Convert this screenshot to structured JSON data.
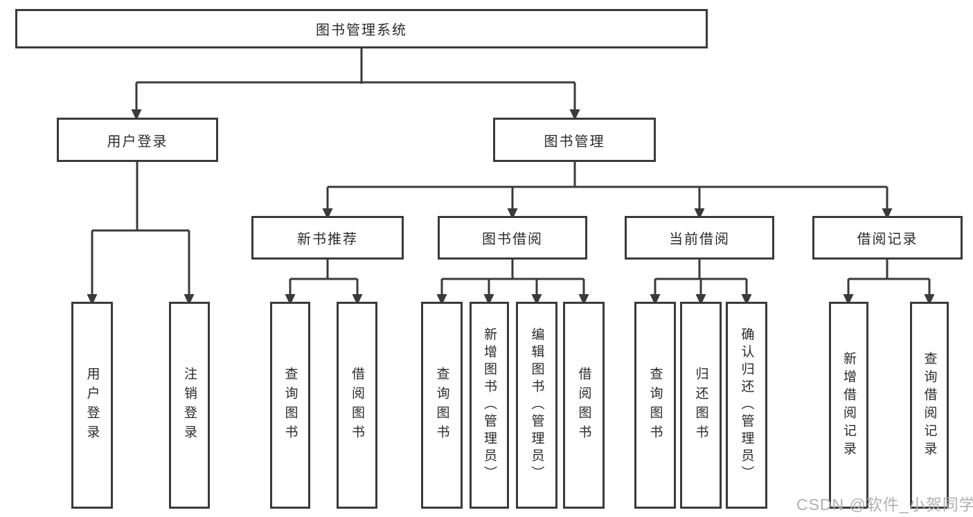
{
  "diagram_title": "图书管理系统",
  "nodes": {
    "root": "图书管理系统",
    "user_login": "用户登录",
    "book_management": "图书管理",
    "new_book_recommend": "新书推荐",
    "book_borrowing": "图书借阅",
    "current_borrowing": "当前借阅",
    "borrowing_records": "借阅记录",
    "user_login_leaf": "用户登录",
    "logout_leaf": "注销登录",
    "recommend_query_books": "查询图书",
    "recommend_borrow_books": "借阅图书",
    "borrowing_query_books": "查询图书",
    "borrowing_add_books": "新增图书（管理员）",
    "borrowing_edit_books": "编辑图书（管理员）",
    "borrowing_borrow_books": "借阅图书",
    "current_query_books": "查询图书",
    "current_return_books": "归还图书",
    "current_confirm_return": "确认归还（管理员）",
    "records_add_record": "新增借阅记录",
    "records_query_record": "查询借阅记录"
  },
  "hierarchy": {
    "图书管理系统": {
      "用户登录": [
        "用户登录",
        "注销登录"
      ],
      "图书管理": {
        "新书推荐": [
          "查询图书",
          "借阅图书"
        ],
        "图书借阅": [
          "查询图书",
          "新增图书（管理员）",
          "编辑图书（管理员）",
          "借阅图书"
        ],
        "当前借阅": [
          "查询图书",
          "归还图书",
          "确认归还（管理员）"
        ],
        "借阅记录": [
          "新增借阅记录",
          "查询借阅记录"
        ]
      }
    }
  },
  "watermark": "CSDN @软件_小贺同学",
  "colors": {
    "line": "#3a3a3a",
    "box_border": "#3a3a3a",
    "box_bg": "#ffffff",
    "text": "#2a2a2a",
    "watermark": "#b0b0b0",
    "page_bg": "#ffffff"
  }
}
